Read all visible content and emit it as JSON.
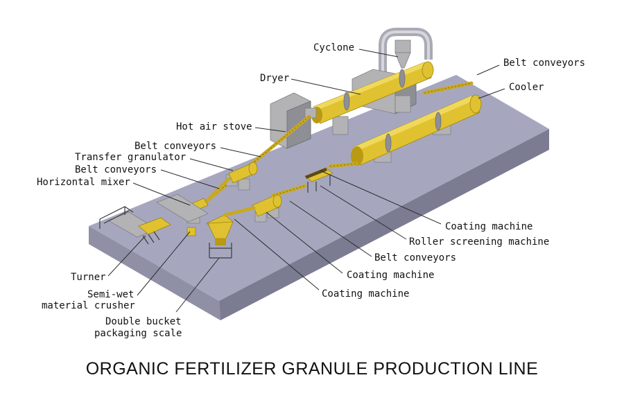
{
  "title": "ORGANIC FERTILIZER GRANULE PRODUCTION LINE",
  "labels": {
    "cyclone": "Cyclone",
    "belt_conveyors_top": "Belt conveyors",
    "dryer": "Dryer",
    "cooler": "Cooler",
    "hot_air_stove": "Hot air stove",
    "belt_conveyors_1": "Belt conveyors",
    "transfer_granulator": "Transfer granulator",
    "belt_conveyors_2": "Belt conveyors",
    "horizontal_mixer": "Horizontal mixer",
    "coating_machine_1": "Coating machine",
    "roller_screening_machine": "Roller screening machine",
    "belt_conveyors_3": "Belt conveyors",
    "coating_machine_2": "Coating machine",
    "coating_machine_3": "Coating machine",
    "turner": "Turner",
    "semi_wet_line1": "Semi-wet",
    "semi_wet_line2": "material crusher",
    "double_bucket_line1": "Double bucket",
    "double_bucket_line2": "packaging scale"
  },
  "colors": {
    "machine_yellow": "#e0c231",
    "platform": "#a6a7bf",
    "equipment_grey": "#b3b3b5"
  }
}
